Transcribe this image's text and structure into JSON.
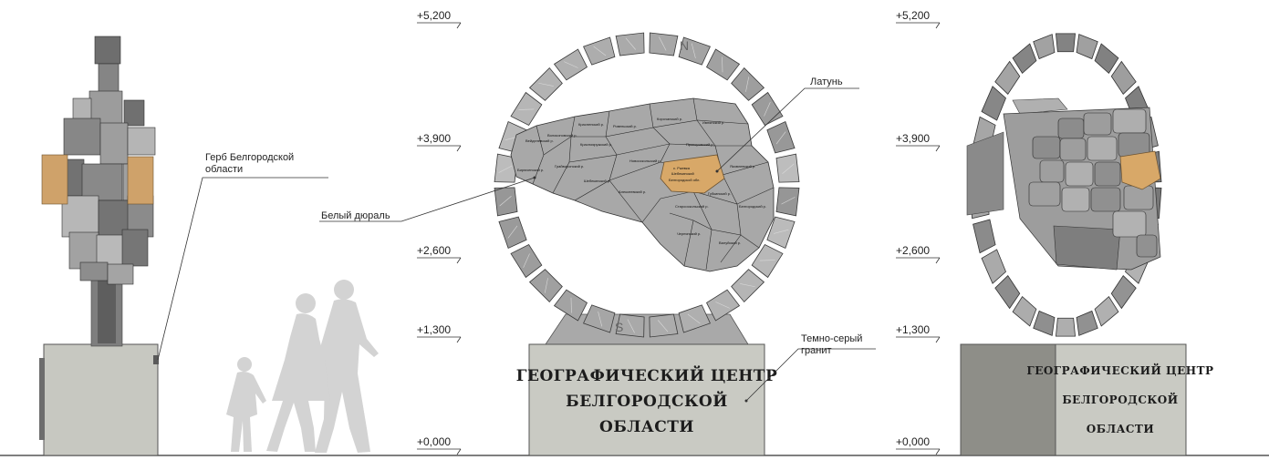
{
  "levels": [
    "+5,200",
    "+3,900",
    "+2,600",
    "+1,300",
    "+0,000"
  ],
  "callouts": {
    "coat_of_arms": [
      "Герб Белгородской",
      "области"
    ],
    "brass": "Латунь",
    "white_duralumin": "Белый дюраль",
    "granite": [
      "Темно-серый",
      "гранит"
    ]
  },
  "plinth_text": [
    "ГЕОГРАФИЧЕСКИЙ ЦЕНТР",
    "БЕЛГОРОДСКОЙ",
    "ОБЛАСТИ"
  ],
  "map_region_labels": [
    "Бирюченский р.",
    "Вейделевский р.",
    "Волоконовский р.",
    "Грайворонский р.",
    "Красненский р.",
    "Краснояружский р.",
    "Шебекинский р.",
    "Ровеньский р.",
    "Алексеевский р.",
    "Новооскольский р.",
    "Корочанский р.",
    "Прохоровский р.",
    "Ивнянский р.",
    "Яковлевский р.",
    "Губкинский р.",
    "Старооскольский р.",
    "Чернянский р.",
    "Валуйский р.",
    "Белгородский р."
  ],
  "center_label": [
    "с. Ржевка",
    "Шебекинский",
    "Белгородской обл."
  ],
  "compass_letters": [
    "N",
    "S"
  ],
  "colors": {
    "ring": "#9a9a9a",
    "map": "#a8a8a8",
    "brass": "#d8a868",
    "plinth": "#c9cac3",
    "plinth_dark": "#8e8e88",
    "silhouette": "#d2d2d2"
  }
}
